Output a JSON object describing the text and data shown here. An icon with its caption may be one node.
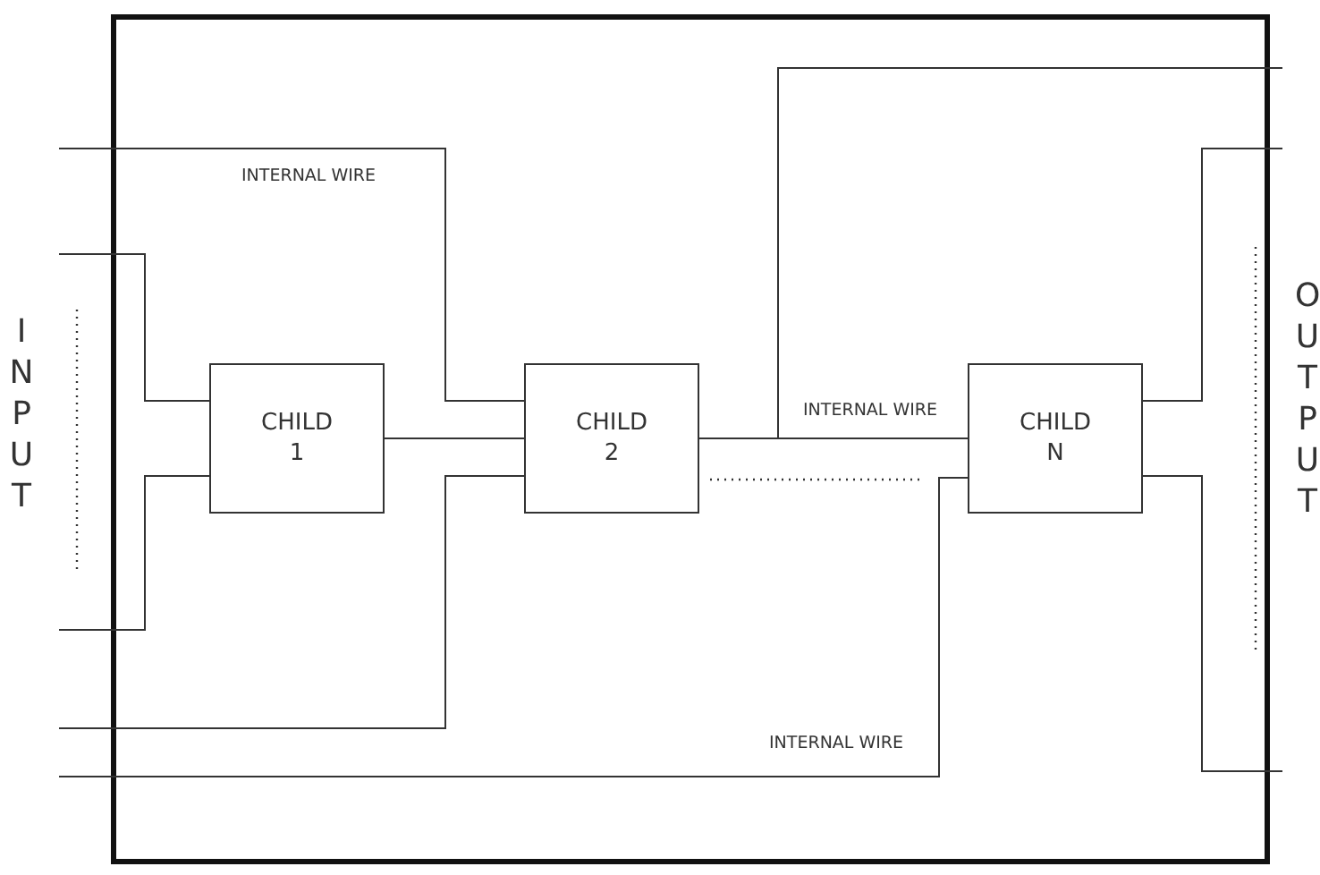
{
  "diagram": {
    "nodes": [
      {
        "text": [],
        "shape": "box"
      },
      {
        "text": [
          "CHILD 1"
        ],
        "in": 0
      },
      {
        "text": [
          "CHILD 2"
        ],
        "in": 0
      },
      {
        "text": [
          "CHILD N"
        ],
        "in": 0
      }
    ],
    "edges": [
      {
        "from": null,
        "to": 1,
        "arrow": "none"
      },
      {
        "from": null,
        "to": 1,
        "arrow": "none"
      },
      {
        "from": null,
        "to": 2,
        "arrow": "none"
      },
      {
        "from": null,
        "to": 2,
        "arrow": "none"
      },
      {
        "from": null,
        "to": 3,
        "arrow": "none"
      },
      {
        "from": 1,
        "to": 2,
        "arrow": "none"
      },
      {
        "from": 2,
        "to": 3,
        "arrow": "none"
      },
      {
        "from": 2,
        "to": null,
        "arrow": "none"
      },
      {
        "from": 3,
        "to": null,
        "arrow": "none"
      },
      {
        "from": 3,
        "to": null,
        "arrow": "none"
      }
    ],
    "labels": [
      "INTERNAL WIRE",
      "INPUT",
      "INTERNAL WIRE",
      "OUTPUT",
      "INTERNAL WIRE"
    ]
  }
}
